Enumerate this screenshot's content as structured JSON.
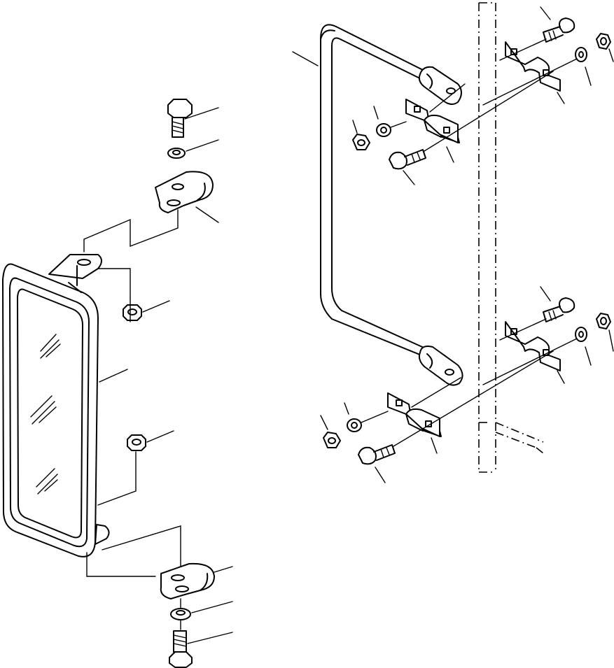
{
  "figure": {
    "kind": "exploded parts diagram",
    "labels": [],
    "parts": {
      "left_assembly": [
        "mirror",
        "bolt",
        "washer",
        "bracket",
        "nut",
        "nut",
        "bracket",
        "washer",
        "bolt"
      ],
      "right_assembly": [
        "mirror-stay",
        "bolt",
        "clamp",
        "washer",
        "nut",
        "clamp",
        "bolt",
        "washer",
        "nut",
        "bolt",
        "clamp",
        "washer",
        "nut",
        "clamp",
        "bolt",
        "washer",
        "nut",
        "cab-pillar"
      ]
    },
    "colors": {
      "line": "#000000",
      "background": "#ffffff"
    }
  }
}
